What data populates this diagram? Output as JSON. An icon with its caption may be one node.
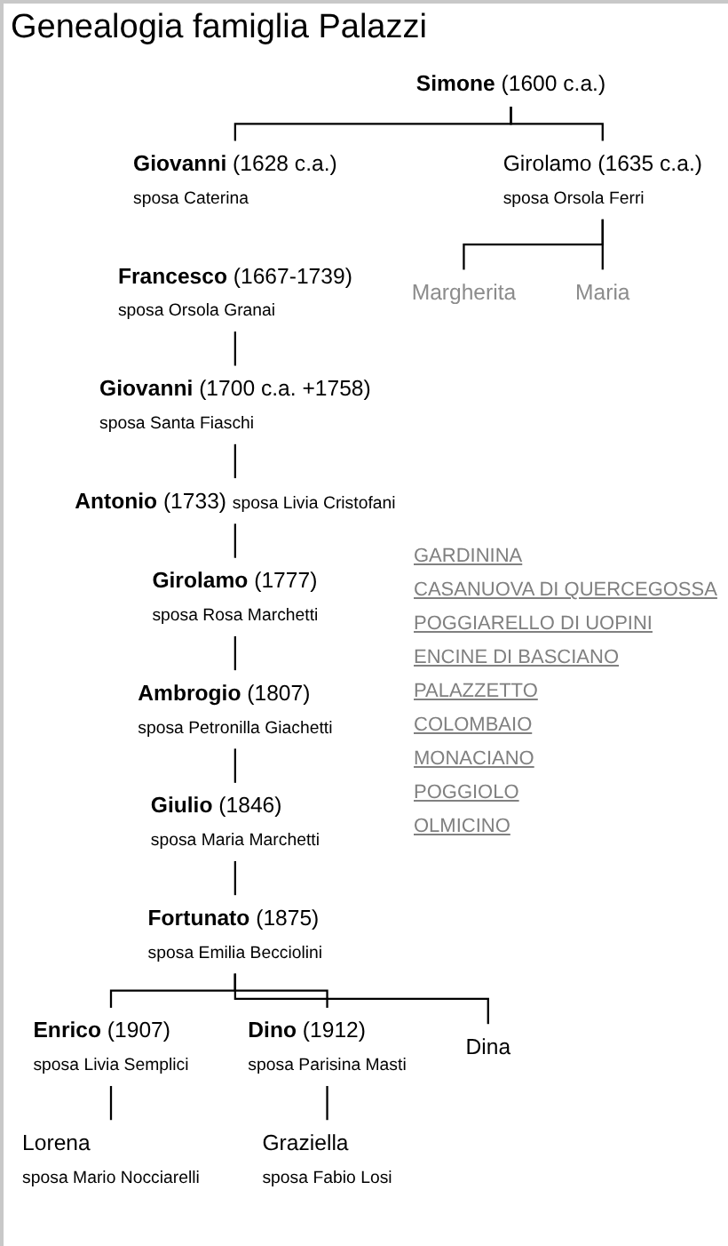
{
  "diagram": {
    "title": "Genealogia famiglia Palazzi",
    "nodes": [
      {
        "text": [
          "**Simone** (1600 c.a.)"
        ]
      },
      {
        "text": [
          "**Giovanni** (1628 c.a.)",
          "sposa Caterina"
        ]
      },
      {
        "text": [
          "Girolamo (1635 c.a.)",
          "sposa Orsola Ferri"
        ]
      },
      {
        "text": [
          "Margherita"
        ]
      },
      {
        "text": [
          "Maria"
        ]
      },
      {
        "text": [
          "**Francesco** (1667-1739)",
          "sposa Orsola Granai"
        ]
      },
      {
        "text": [
          "**Giovanni** (1700 c.a. +1758)",
          "sposa Santa Fiaschi"
        ]
      },
      {
        "text": [
          "**Antonio** (1733)",
          "sposa Livia Cristofani"
        ]
      },
      {
        "text": [
          "**Girolamo** (1777)",
          "sposa Rosa Marchetti"
        ]
      },
      {
        "text": [
          "**Ambrogio** (1807)",
          "sposa Petronilla Giachetti"
        ]
      },
      {
        "text": [
          "**Giulio** (1846)",
          "sposa Maria Marchetti"
        ]
      },
      {
        "text": [
          "**Fortunato** (1875)",
          "sposa Emilia Becciolini"
        ]
      },
      {
        "text": [
          "**Enrico** (1907)",
          "sposa Livia Semplici"
        ]
      },
      {
        "text": [
          "**Dino** (1912)",
          "sposa Parisina Masti"
        ]
      },
      {
        "text": [
          "Dina"
        ]
      },
      {
        "text": [
          "Lorena",
          "sposa Mario Nocciarelli"
        ]
      },
      {
        "text": [
          "Graziella",
          "sposa Fabio Losi"
        ]
      }
    ],
    "edges": [
      {
        "from": 0,
        "to": 1,
        "arrow": "none"
      },
      {
        "from": 0,
        "to": 2,
        "arrow": "none"
      },
      {
        "from": 2,
        "to": 3,
        "arrow": "none"
      },
      {
        "from": 2,
        "to": 4,
        "arrow": "none"
      },
      {
        "from": 5,
        "to": 6,
        "arrow": "none"
      },
      {
        "from": 6,
        "to": 7,
        "arrow": "none"
      },
      {
        "from": 7,
        "to": 8,
        "arrow": "none"
      },
      {
        "from": 8,
        "to": 9,
        "arrow": "none"
      },
      {
        "from": 9,
        "to": 10,
        "arrow": "none"
      },
      {
        "from": 10,
        "to": 11,
        "arrow": "none"
      },
      {
        "from": 11,
        "to": 12,
        "arrow": "none"
      },
      {
        "from": 11,
        "to": 13,
        "arrow": "none"
      },
      {
        "from": 11,
        "to": 14,
        "arrow": "none"
      },
      {
        "from": 12,
        "to": 15,
        "arrow": "none"
      },
      {
        "from": 13,
        "to": 16,
        "arrow": "none"
      }
    ],
    "labels": [
      "GARDININA",
      "CASANUOVA DI QUERCEGOSSA",
      "POGGIARELLO DI UOPINI",
      "ENCINE DI BASCIANO",
      "PALAZZETTO",
      "COLOMBAIO",
      "MONACIANO",
      "POGGIOLO",
      "OLMICINO"
    ]
  }
}
